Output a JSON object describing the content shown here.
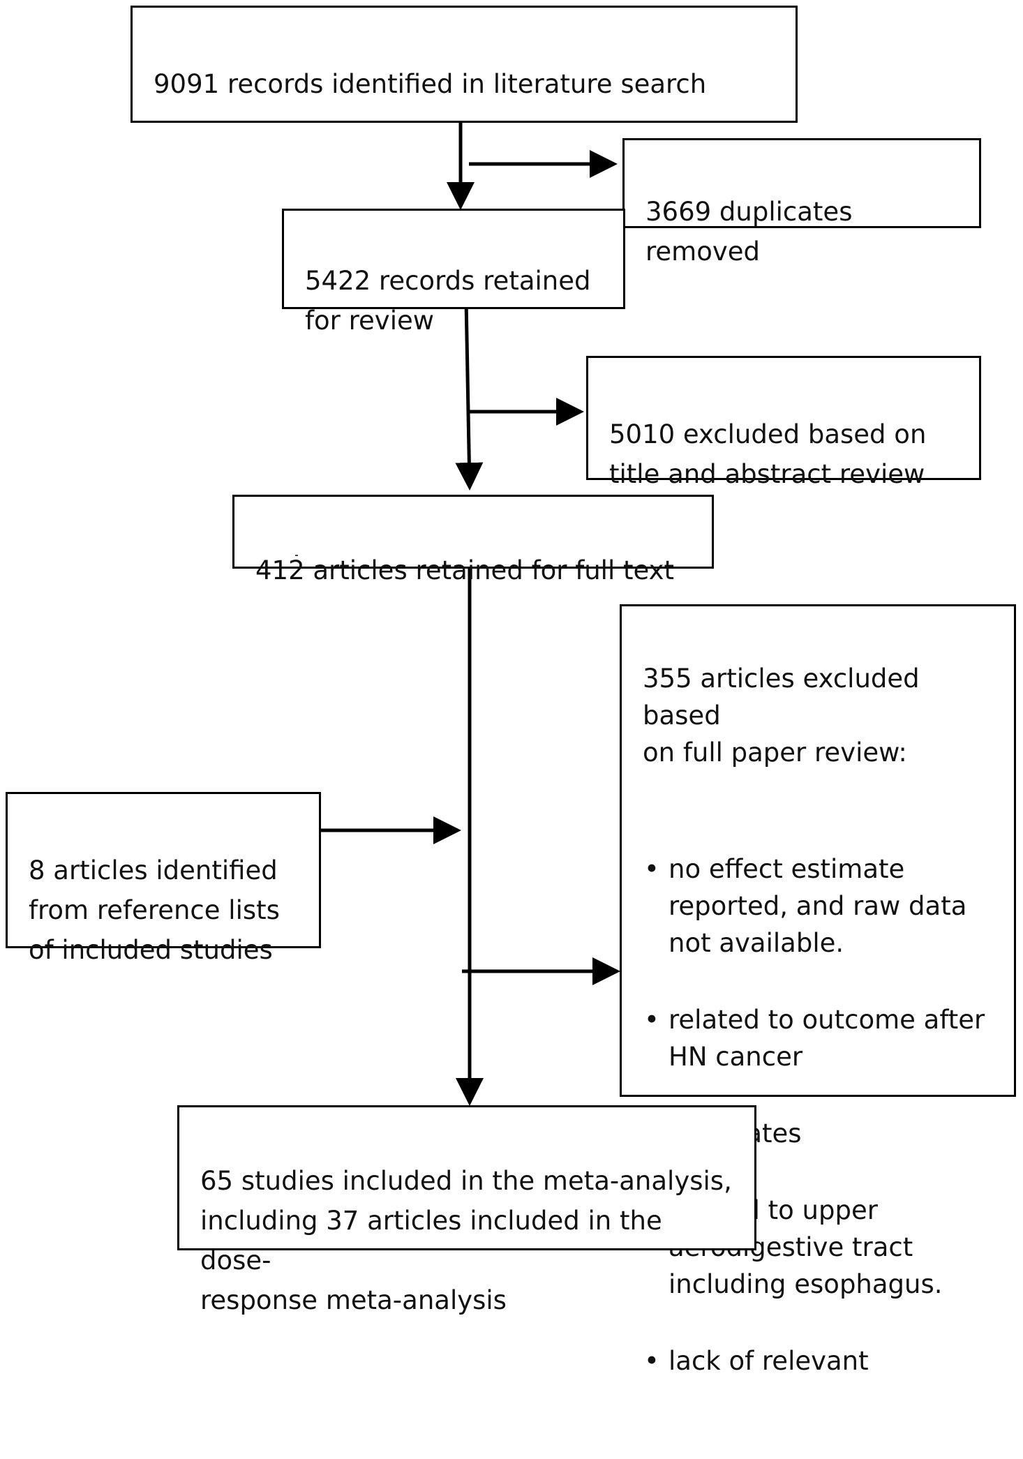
{
  "colors": {
    "stroke": "#000000",
    "background": "#ffffff",
    "text": "#111111"
  },
  "boxes": {
    "identified": "9091 records identified in literature search",
    "duplicates_removed": "3669 duplicates removed",
    "retained_review": "5422 records retained\nfor review",
    "excluded_title_abstract": "5010 excluded based on\ntitle and abstract review",
    "retained_full_text": "412 articles retained for full text",
    "reference_lists": "8 articles identified\nfrom reference lists\nof included studies",
    "excluded_full_paper": {
      "heading": "355 articles excluded based\non full paper review:",
      "bullet_glyph": "•",
      "reasons": [
        "no effect estimate\nreported, and raw data\nnot available.",
        "related to outcome after\nHN cancer",
        "duplicates",
        "related to upper\naerodigestive tract\nincluding esophagus.",
        "lack of relevant"
      ]
    },
    "included": "65 studies included in the meta-analysis,\nincluding 37 articles included in the dose-\nresponse meta-analysis"
  }
}
